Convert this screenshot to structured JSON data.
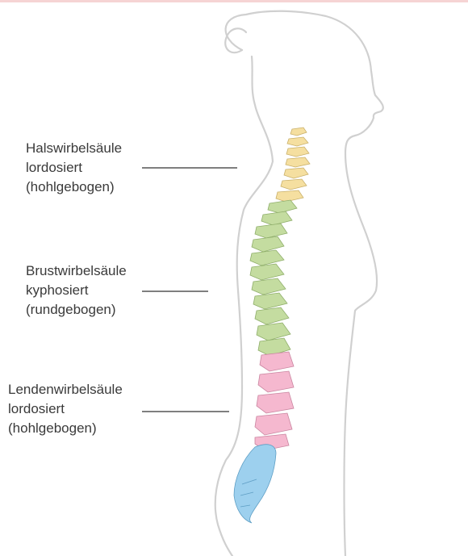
{
  "colors": {
    "outline": "#d0d0d0",
    "cervical": "#f5dfa0",
    "thoracic": "#c4dca0",
    "lumbar": "#f5b8cf",
    "sacrum": "#9dd0ee",
    "leader": "#333333",
    "text": "#3a3a3a"
  },
  "labels": {
    "cervical": {
      "line1": "Halswirbelsäule",
      "line2": "lordosiert",
      "line3": "(hohlgebogen)"
    },
    "thoracic": {
      "line1": "Brustwirbelsäule",
      "line2": "kyphosiert",
      "line3": "(rundgebogen)"
    },
    "lumbar": {
      "line1": "Lendenwirbelsäule",
      "line2": "lordosiert",
      "line3": "(hohlgebogen)"
    }
  }
}
